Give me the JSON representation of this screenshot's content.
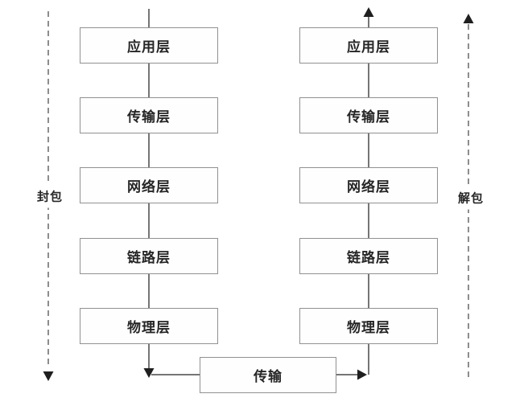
{
  "diagram": {
    "description": "Network protocol stack encapsulation / decapsulation diagram",
    "left_stack": {
      "layers": [
        "应用层",
        "传输层",
        "网络层",
        "链路层",
        "物理层"
      ]
    },
    "right_stack": {
      "layers": [
        "应用层",
        "传输层",
        "网络层",
        "链路层",
        "物理层"
      ]
    },
    "transmission_label": "传输",
    "encapsulation_label": "封包",
    "decapsulation_label": "解包",
    "colors": {
      "background": "#ffffff",
      "box_fill": "#fefefe",
      "box_border": "#919191",
      "solid_line": "#757575",
      "dashed_line": "#8d8d8d",
      "arrowhead": "#1f1f1f",
      "text": "#262626"
    }
  }
}
